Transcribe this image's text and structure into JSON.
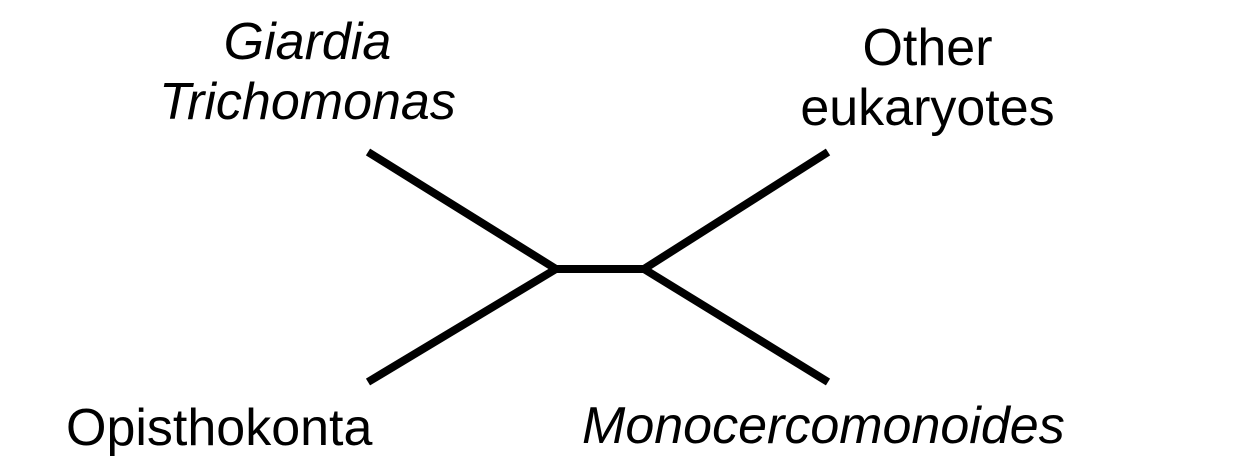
{
  "tree": {
    "taxa": {
      "top_left": [
        "Giardia",
        "Trichomonas"
      ],
      "top_right": [
        "Other",
        "eukaryotes"
      ],
      "bottom_left": [
        "Opisthokonta"
      ],
      "bottom_right": [
        "Monocercomonoides"
      ]
    }
  }
}
